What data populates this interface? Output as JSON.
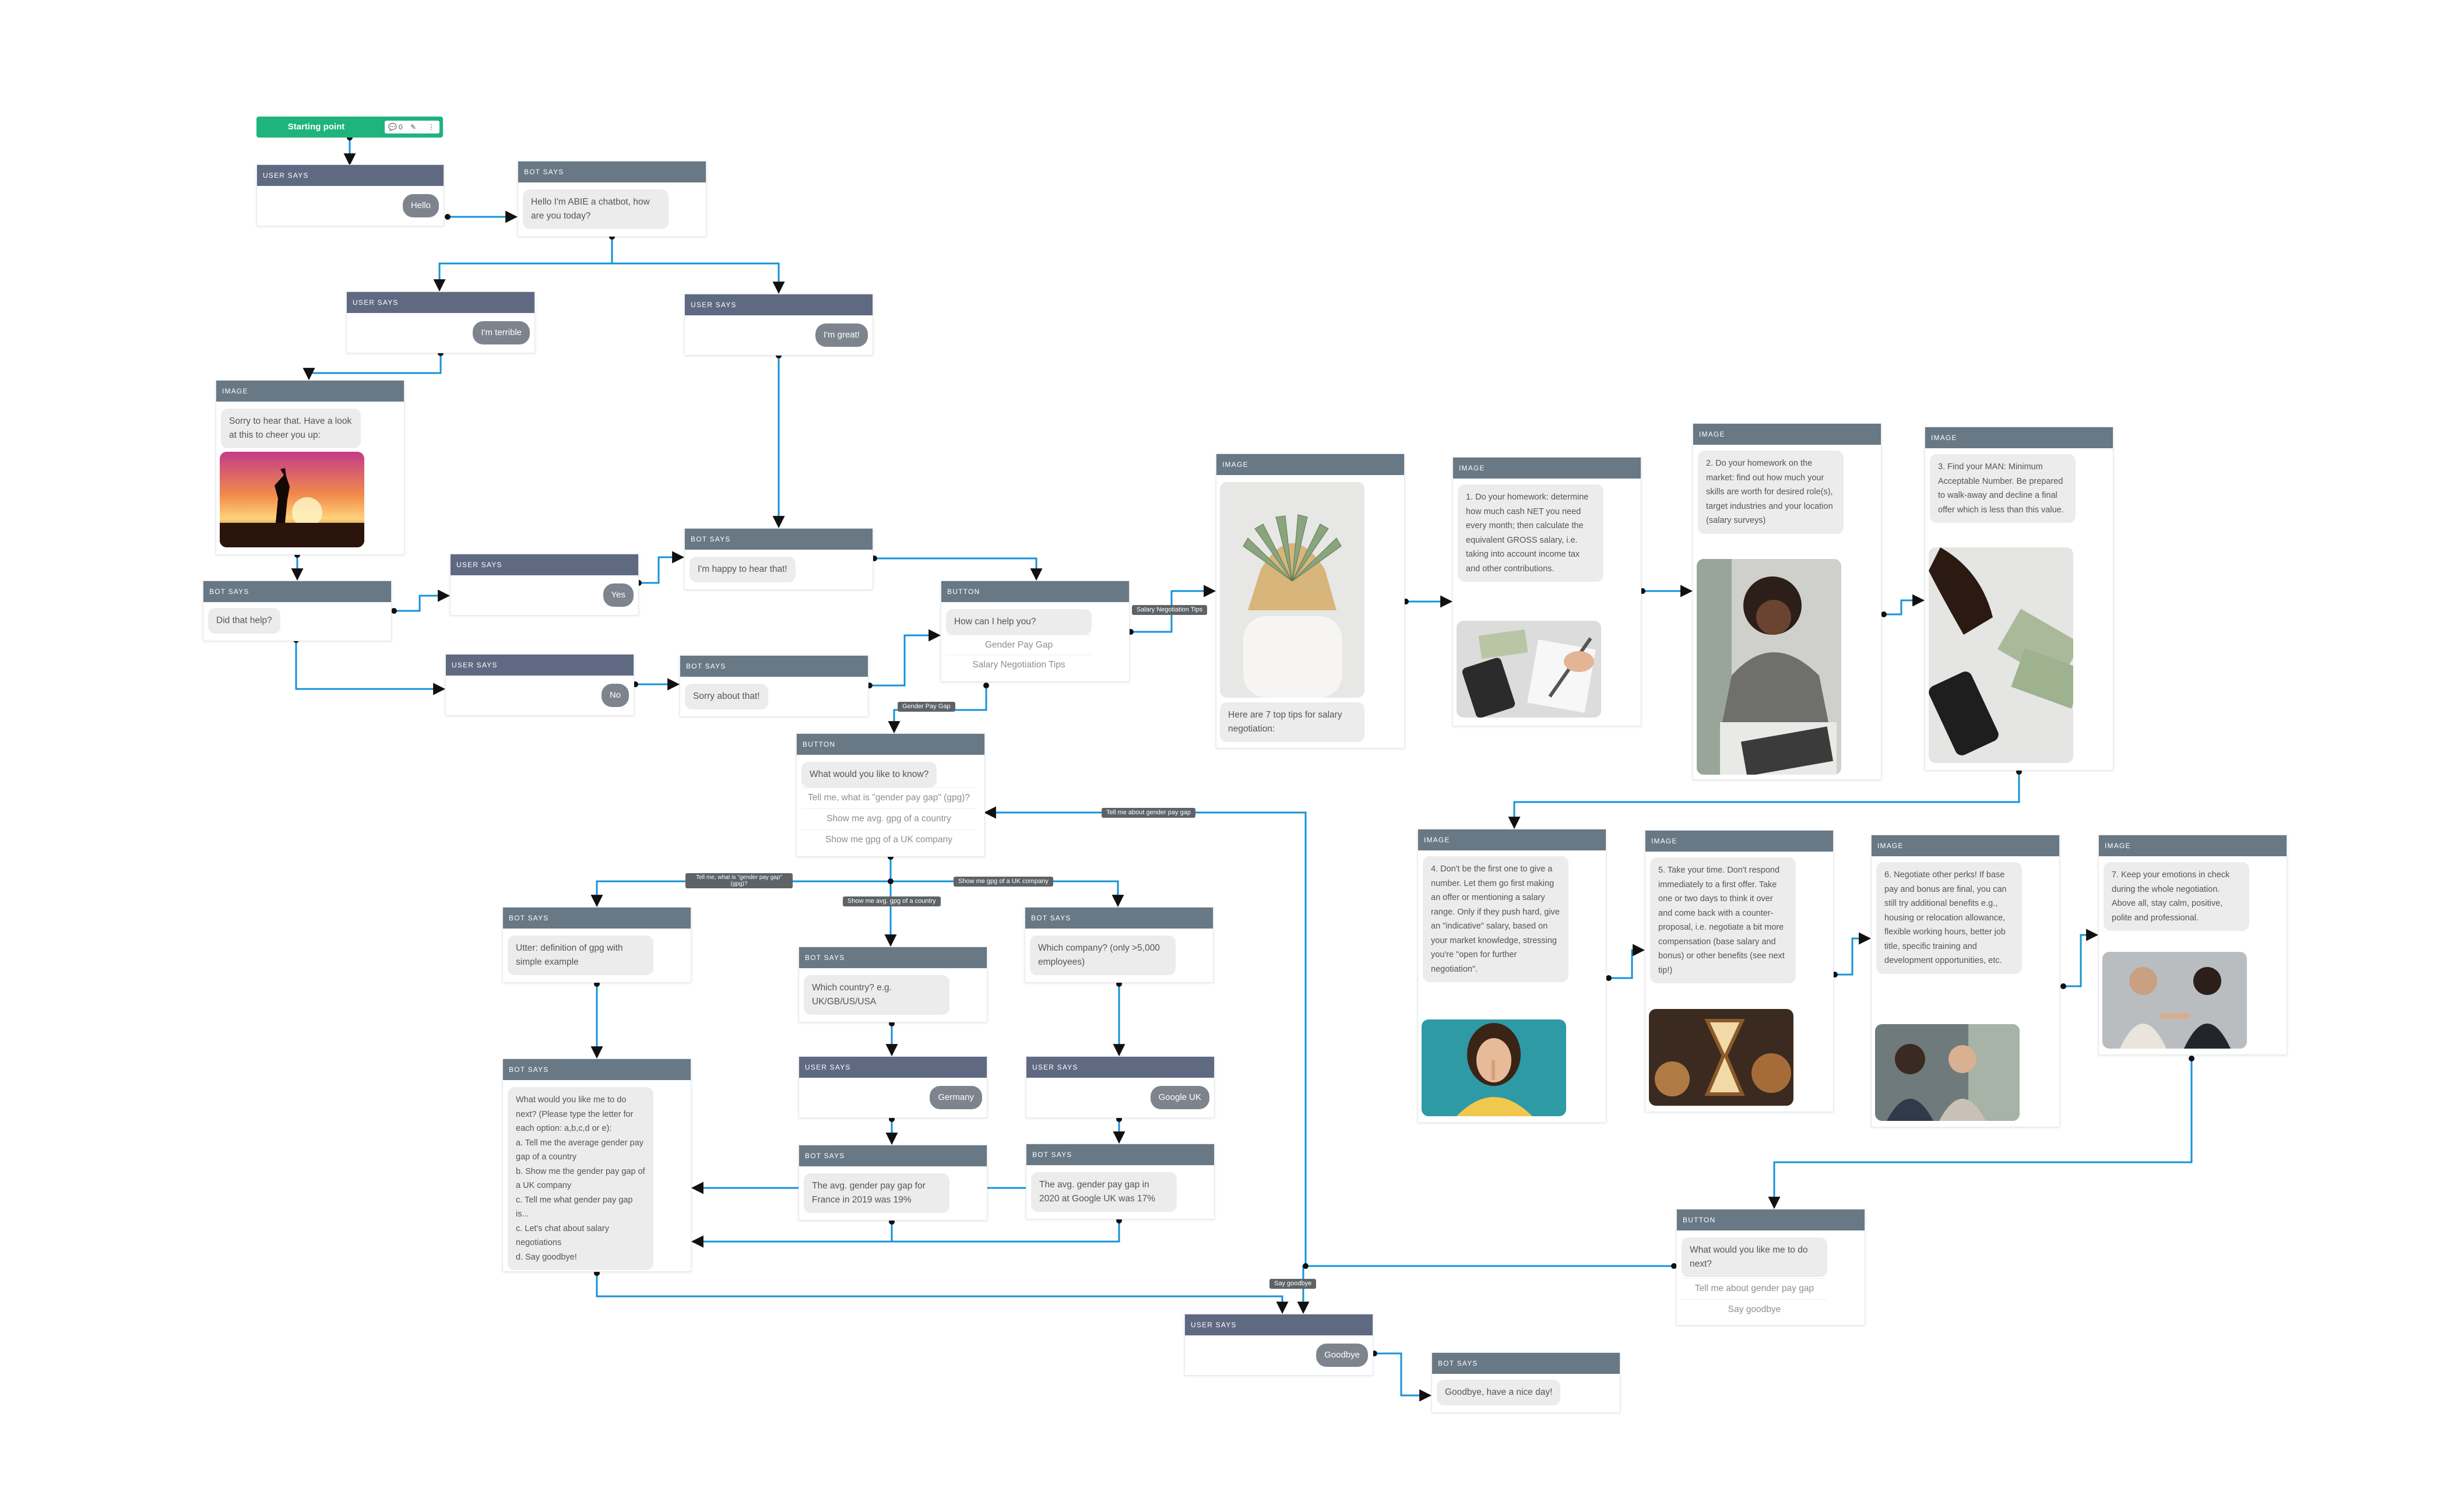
{
  "start": {
    "label": "Starting point",
    "comment_count": "0",
    "comment_icon": "comment-icon",
    "edit_icon": "edit-icon",
    "menu_icon": "more-icon"
  },
  "nodes": {
    "user_hello": {
      "type": "USER SAYS",
      "text": "Hello"
    },
    "bot_intro": {
      "type": "BOT SAYS",
      "text": "Hello I'm ABIE a chatbot, how are you today?"
    },
    "user_terrible": {
      "type": "USER SAYS",
      "text": "I'm terrible"
    },
    "user_great": {
      "type": "USER SAYS",
      "text": "I'm great!"
    },
    "img_sorry": {
      "type": "IMAGE",
      "text": "Sorry to hear that. Have a look at this to cheer you up:"
    },
    "bot_didhelp": {
      "type": "BOT SAYS",
      "text": "Did that help?"
    },
    "user_yes": {
      "type": "USER SAYS",
      "text": "Yes"
    },
    "user_no": {
      "type": "USER SAYS",
      "text": "No"
    },
    "bot_happy": {
      "type": "BOT SAYS",
      "text": "I'm happy to hear that!"
    },
    "bot_sorry": {
      "type": "BOT SAYS",
      "text": "Sorry about that!"
    },
    "btn_help": {
      "type": "BUTTON",
      "text": "How can I help you?",
      "options": [
        "Gender Pay Gap",
        "Salary Negotiation Tips"
      ]
    },
    "img_tips0": {
      "type": "IMAGE",
      "text": "Here are 7 top tips for salary negotiation:"
    },
    "img_tip1": {
      "type": "IMAGE",
      "text": "1. Do your homework: determine how much cash NET you need every month; then calculate the equivalent GROSS salary, i.e. taking into account income tax and other contributions."
    },
    "img_tip2": {
      "type": "IMAGE",
      "text": "2. Do your homework on the market: find out how much your skills are worth for desired role(s), target industries and your location (salary surveys)"
    },
    "img_tip3": {
      "type": "IMAGE",
      "text": "3. Find your MAN: Minimum Acceptable Number. Be prepared to walk-away and decline a final offer which is less than this value."
    },
    "img_tip4": {
      "type": "IMAGE",
      "text": "4. Don't be the first one to give a number. Let them go first making an offer or mentioning a salary range. Only if they push hard, give an \"indicative\" salary, based on your market knowledge, stressing you're \"open for further negotiation\"."
    },
    "img_tip5": {
      "type": "IMAGE",
      "text": "5. Take your time. Don't respond immediately to a first offer. Take one or two days to think it over and come back with a counter-proposal, i.e. negotiate a bit more compensation (base salary and bonus) or other benefits (see next tip!)"
    },
    "img_tip6": {
      "type": "IMAGE",
      "text": "6. Negotiate other perks! If base pay and bonus are final, you can still try additional benefits e.g., housing or relocation allowance, flexible working hours, better job title, specific training and development opportunities, etc."
    },
    "img_tip7": {
      "type": "IMAGE",
      "text": "7. Keep your emotions in check during the whole negotiation. Above all, stay calm, positive, polite and professional."
    },
    "btn_know": {
      "type": "BUTTON",
      "text": "What would you like to know?",
      "options": [
        "Tell me, what is \"gender pay gap\" (gpg)?",
        "Show me avg. gpg of a country",
        "Show me gpg of a UK company"
      ]
    },
    "bot_define": {
      "type": "BOT SAYS",
      "text": "Utter: definition of gpg with simple example"
    },
    "bot_country": {
      "type": "BOT SAYS",
      "text": "Which country? e.g. UK/GB/US/USA"
    },
    "bot_company": {
      "type": "BOT SAYS",
      "text": "Which company? (only >5,000 employees)"
    },
    "user_germany": {
      "type": "USER SAYS",
      "text": "Germany"
    },
    "user_googleuk": {
      "type": "USER SAYS",
      "text": "Google UK"
    },
    "bot_france": {
      "type": "BOT SAYS",
      "text": "The avg. gender pay gap for France in 2019 was 19%"
    },
    "bot_google": {
      "type": "BOT SAYS",
      "text": "The avg. gender pay gap in 2020 at Google UK was 17%"
    },
    "bot_menu": {
      "type": "BOT SAYS",
      "lines": [
        "What would you like me to do next? (Please type the letter for each option: a,b,c,d or e):",
        "a. Tell me the average gender pay gap of a country",
        "b. Show me the gender pay gap of a UK company",
        "c. Tell me what gender pay gap is...",
        "c. Let's chat about salary negotiations",
        "d. Say goodbye!"
      ]
    },
    "btn_next": {
      "type": "BUTTON",
      "text": "What would you like me to do next?",
      "options": [
        "Tell me about gender pay gap",
        "Say goodbye"
      ]
    },
    "user_goodbye": {
      "type": "USER SAYS",
      "text": "Goodbye"
    },
    "bot_bye": {
      "type": "BOT SAYS",
      "text": "Goodbye, have a nice day!"
    }
  },
  "edge_labels": {
    "salary_tips": "Salary Negotiation Tips",
    "gpg": "Gender Pay Gap",
    "tell_gpg": "Tell me about gender pay gap",
    "what_gpg": "Tell me, what is \"gender pay gap\" (gpg)?",
    "country": "Show me avg. gpg of a country",
    "company": "Show me gpg of a UK company",
    "goodbye": "Say goodbye"
  },
  "colors": {
    "connector": "#1593d8",
    "arrow": "#111111",
    "header": "#687885",
    "user_header": "#5f6a82",
    "start": "#1fb37e"
  }
}
